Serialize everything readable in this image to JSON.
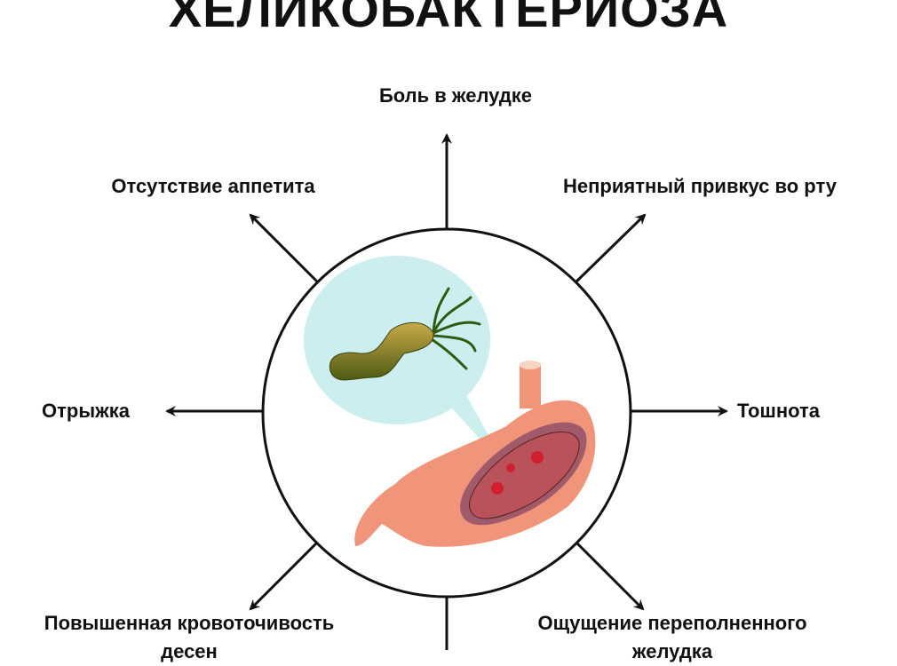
{
  "title": "ХЕЛИКОБАКТЕРИОЗА",
  "symptoms": {
    "top": "Боль в желудке",
    "top_left": "Отсутствие аппетита",
    "top_right": "Неприятный привкус во рту",
    "left": "Отрыжка",
    "right": "Тошнота",
    "bottom_left": [
      "Повышенная кровоточивость",
      "десен"
    ],
    "bottom_right": [
      "Ощущение переполненного",
      "желудка"
    ]
  },
  "colors": {
    "bubble": "#cdeeee",
    "stomach": "#f0957a",
    "lining": "#b9525a",
    "bacterium": "#7a7a1e"
  }
}
